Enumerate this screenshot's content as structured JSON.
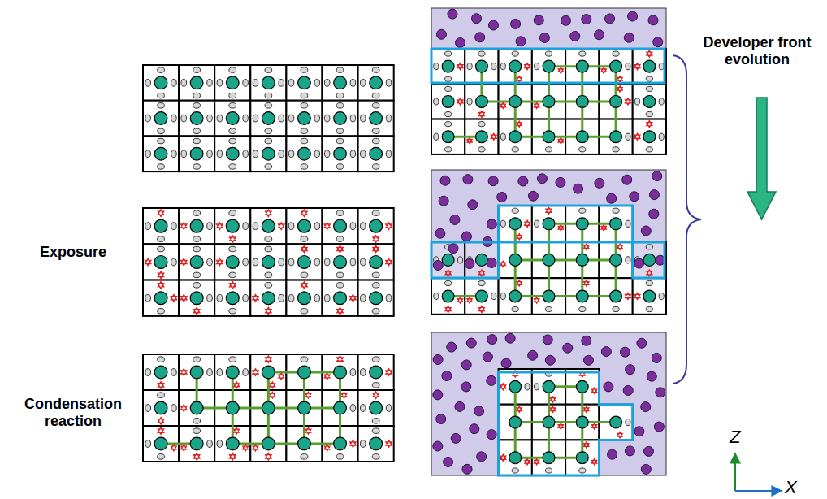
{
  "diagram": {
    "labels": [
      "Exposure",
      "Condensation reaction",
      "Developer front evolution",
      "Z",
      "X"
    ]
  }
}
